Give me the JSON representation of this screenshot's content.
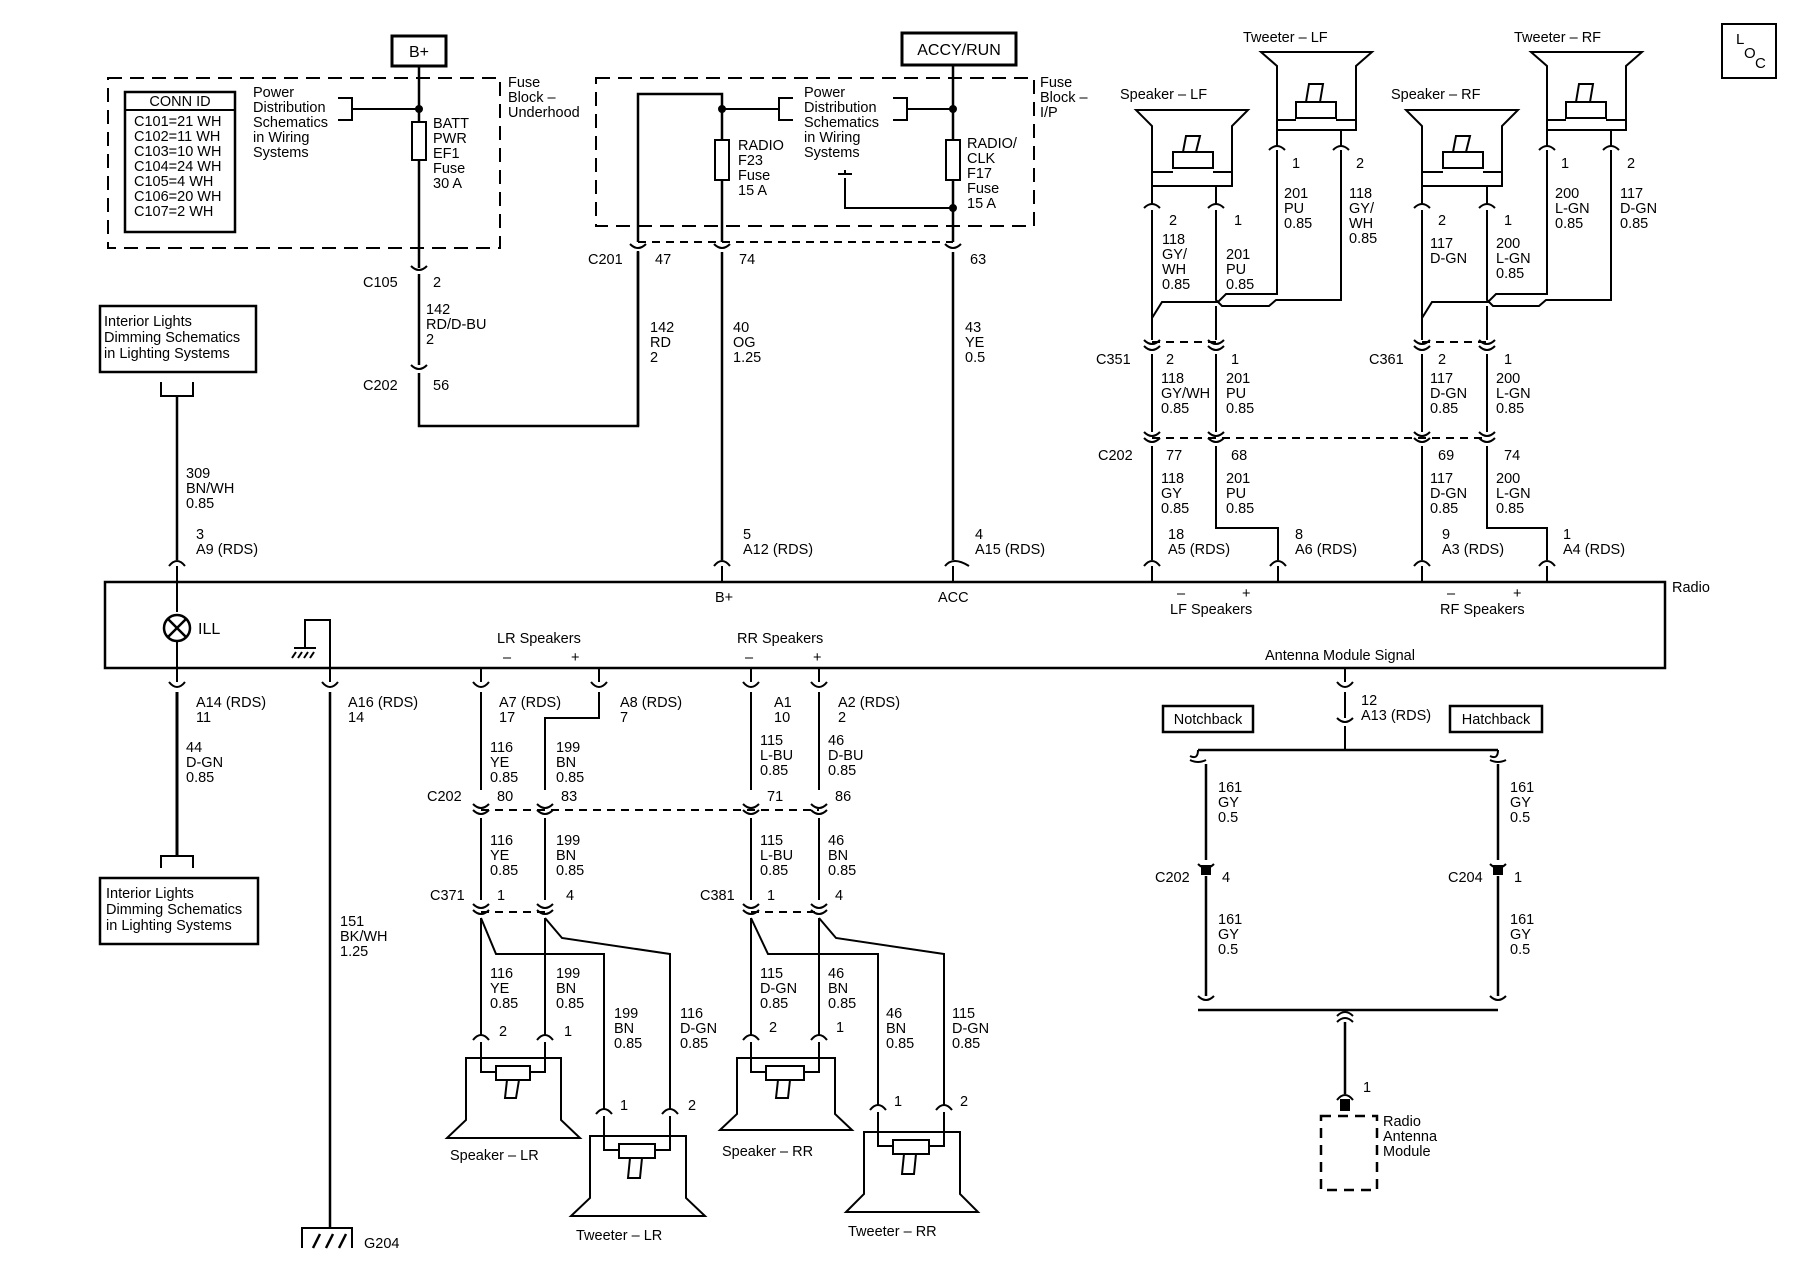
{
  "power": {
    "bplus": "B+",
    "accy": "ACCY/RUN"
  },
  "loc_symbol": [
    "L",
    "O",
    "C"
  ],
  "conn_id": {
    "title": "CONN ID",
    "rows": [
      "C101=21 WH",
      "C102=11 WH",
      "C103=10 WH",
      "C104=24 WH",
      "C105=4 WH",
      "C106=20 WH",
      "C107=2 WH"
    ]
  },
  "power_dist_note": [
    "Power",
    "Distribution",
    "Schematics",
    "in Wiring",
    "Systems"
  ],
  "fuse_block_underhood": [
    "Fuse",
    "Block –",
    "Underhood"
  ],
  "fuse_block_ip": [
    "Fuse",
    "Block –",
    "I/P"
  ],
  "fuse_batt": [
    "BATT",
    "PWR",
    "EF1",
    "Fuse",
    "30 A"
  ],
  "fuse_radio": [
    "RADIO",
    "F23",
    "Fuse",
    "15 A"
  ],
  "fuse_clk": [
    "RADIO/",
    "CLK",
    "F17",
    "Fuse",
    "15 A"
  ],
  "interior_lights_note": [
    "Interior Lights",
    "Dimming Schematics",
    "in Lighting Systems"
  ],
  "connectors": {
    "C105": "C105",
    "C202": "C202",
    "C201": "C201",
    "C351": "C351",
    "C361": "C361",
    "C371": "C371",
    "C381": "C381",
    "C204": "C204"
  },
  "pins": {
    "c105_pin": "2",
    "c202_upper_pin": "56",
    "c201_47": "47",
    "c201_74": "74",
    "c201_63": "63",
    "a9_num": "3",
    "a9": "A9 (RDS)",
    "a12_num": "5",
    "a12": "A12 (RDS)",
    "a15_num": "4",
    "a15": "A15 (RDS)",
    "a5_num": "18",
    "a5": "A5 (RDS)",
    "a6_num": "8",
    "a6": "A6 (RDS)",
    "a3_num": "9",
    "a3": "A3 (RDS)",
    "a4_num": "1",
    "a4": "A4 (RDS)",
    "a14": "A14 (RDS)",
    "a14_num": "11",
    "a16": "A16 (RDS)",
    "a16_num": "14",
    "a7": "A7 (RDS)",
    "a7_num": "17",
    "a8": "A8 (RDS)",
    "a8_num": "7",
    "a1": "A1",
    "a1_num": "10",
    "a2": "A2 (RDS)",
    "a2_num": "2",
    "a13_num": "12",
    "a13": "A13 (RDS)",
    "c202_80": "80",
    "c202_83": "83",
    "c202_71": "71",
    "c202_86": "86",
    "c371_1": "1",
    "c371_4": "4",
    "c381_1": "1",
    "c381_4": "4",
    "c351_2": "2",
    "c351_1": "1",
    "c361_2": "2",
    "c361_1": "1",
    "c202_77": "77",
    "c202_68": "68",
    "c202_69": "69",
    "c202_74": "74",
    "c202_ant_4": "4",
    "c204_1": "1",
    "ant_pin": "1",
    "spk_pin_2": "2",
    "spk_pin_1": "1"
  },
  "wires": {
    "w142a": [
      "142",
      "RD/D-BU",
      "2"
    ],
    "w142b": [
      "142",
      "RD",
      "2"
    ],
    "w40": [
      "40",
      "OG",
      "1.25"
    ],
    "w43": [
      "43",
      "YE",
      "0.5"
    ],
    "w309": [
      "309",
      "BN/WH",
      "0.85"
    ],
    "w118_lf_a": [
      "118",
      "GY/",
      "WH",
      "0.85"
    ],
    "w201_lf_a": [
      "201",
      "PU",
      "0.85"
    ],
    "w201_tlf": [
      "201",
      "PU",
      "0.85"
    ],
    "w118_tlf": [
      "118",
      "GY/",
      "WH",
      "0.85"
    ],
    "w117_rf_a": [
      "117",
      "D-GN"
    ],
    "w200_rf_a": [
      "200",
      "L-GN",
      "0.85"
    ],
    "w200_trf": [
      "200",
      "L-GN",
      "0.85"
    ],
    "w117_trf": [
      "117",
      "D-GN",
      "0.85"
    ],
    "w118_c351": [
      "118",
      "GY/WH",
      "0.85"
    ],
    "w201_c351": [
      "201",
      "PU",
      "0.85"
    ],
    "w117_c361": [
      "117",
      "D-GN",
      "0.85"
    ],
    "w200_c361": [
      "200",
      "L-GN",
      "0.85"
    ],
    "w118_c202": [
      "118",
      "GY",
      "0.85"
    ],
    "w201_c202": [
      "201",
      "PU",
      "0.85"
    ],
    "w117_c202": [
      "117",
      "D-GN",
      "0.85"
    ],
    "w200_c202": [
      "200",
      "L-GN",
      "0.85"
    ],
    "w44": [
      "44",
      "D-GN",
      "0.85"
    ],
    "w151": [
      "151",
      "BK/WH",
      "1.25"
    ],
    "w116_a": [
      "116",
      "YE",
      "0.85"
    ],
    "w199_a": [
      "199",
      "BN",
      "0.85"
    ],
    "w115_a": [
      "115",
      "L-BU",
      "0.85"
    ],
    "w46_a": [
      "46",
      "D-BU",
      "0.85"
    ],
    "w116_b": [
      "116",
      "YE",
      "0.85"
    ],
    "w199_b": [
      "199",
      "BN",
      "0.85"
    ],
    "w115_b": [
      "115",
      "L-BU",
      "0.85"
    ],
    "w46_b": [
      "46",
      "BN",
      "0.85"
    ],
    "w116_c": [
      "116",
      "YE",
      "0.85"
    ],
    "w199_c": [
      "199",
      "BN",
      "0.85"
    ],
    "w199_d": [
      "199",
      "BN",
      "0.85"
    ],
    "w116_d": [
      "116",
      "D-GN",
      "0.85"
    ],
    "w115_c": [
      "115",
      "D-GN",
      "0.85"
    ],
    "w46_c": [
      "46",
      "BN",
      "0.85"
    ],
    "w46_d": [
      "46",
      "BN",
      "0.85"
    ],
    "w115_d": [
      "115",
      "D-GN",
      "0.85"
    ],
    "w161_a": [
      "161",
      "GY",
      "0.5"
    ],
    "w161_b": [
      "161",
      "GY",
      "0.5"
    ],
    "w161_c": [
      "161",
      "GY",
      "0.5"
    ],
    "w161_d": [
      "161",
      "GY",
      "0.5"
    ]
  },
  "radio": {
    "label": "Radio",
    "ill": "ILL",
    "bplus": "B+",
    "acc": "ACC",
    "lf": "LF Speakers",
    "rf": "RF Speakers",
    "lr": "LR Speakers",
    "rr": "RR Speakers",
    "minus": "–",
    "plus": "+",
    "antenna_signal": "Antenna Module Signal"
  },
  "speakers": {
    "lf": "Speaker – LF",
    "rf": "Speaker – RF",
    "tlf": "Tweeter – LF",
    "trf": "Tweeter – RF",
    "lr": "Speaker – LR",
    "rr": "Speaker – RR",
    "tlr": "Tweeter – LR",
    "trr": "Tweeter – RR"
  },
  "antenna": {
    "notchback": "Notchback",
    "hatchback": "Hatchback",
    "module": [
      "Radio",
      "Antenna",
      "Module"
    ]
  },
  "ground": "G204"
}
